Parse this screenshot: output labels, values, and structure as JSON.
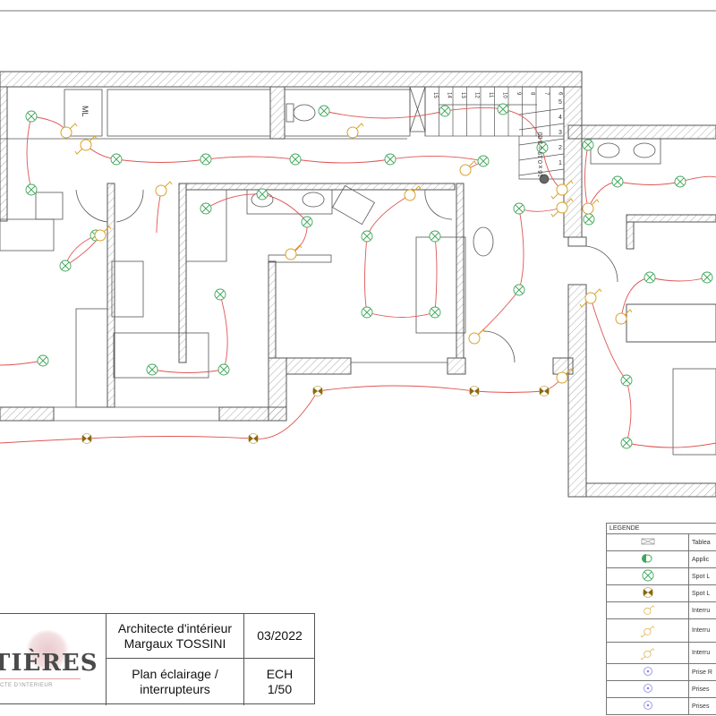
{
  "drawing": {
    "room_label_ml": "ML",
    "stair_steps": [
      "1",
      "2",
      "3",
      "4",
      "5",
      "6",
      "7",
      "8",
      "9",
      "10",
      "11",
      "12",
      "13",
      "14",
      "15"
    ],
    "stair_formula": "16 x 0.19 = 3.00"
  },
  "title_block": {
    "logo_text": "TIÈRES",
    "logo_subtext": "CTE D'INTERIEUR",
    "author_line1": "Architecte d'intérieur",
    "author_line2": "Margaux TOSSINI",
    "date": "03/2022",
    "title_line1": "Plan éclairage /",
    "title_line2": "interrupteurs",
    "scale_label": "ECH",
    "scale_value": "1/50"
  },
  "legend": {
    "header": "LEGENDE",
    "items": [
      {
        "icon": "electrical-panel-icon",
        "label": "Tablea"
      },
      {
        "icon": "wall-light-icon",
        "label": "Applic"
      },
      {
        "icon": "spot-light-icon",
        "label": "Spot L"
      },
      {
        "icon": "spot-light-outdoor-icon",
        "label": "Spot L"
      },
      {
        "icon": "switch-single-icon",
        "label": "Interru"
      },
      {
        "icon": "switch-two-way-icon",
        "label": "Interru"
      },
      {
        "icon": "switch-multi-icon",
        "label": "Interru"
      },
      {
        "icon": "socket-rj45-icon",
        "label": "Prise R"
      },
      {
        "icon": "socket-double-icon",
        "label": "Prises"
      },
      {
        "icon": "socket-triple-icon",
        "label": "Prises"
      }
    ]
  },
  "colors": {
    "wall": "#555555",
    "light_symbol": "#3fa65a",
    "switch_symbol": "#d9a22a",
    "outdoor_spot": "#8a6a10",
    "circuit_wire": "#e05555"
  }
}
